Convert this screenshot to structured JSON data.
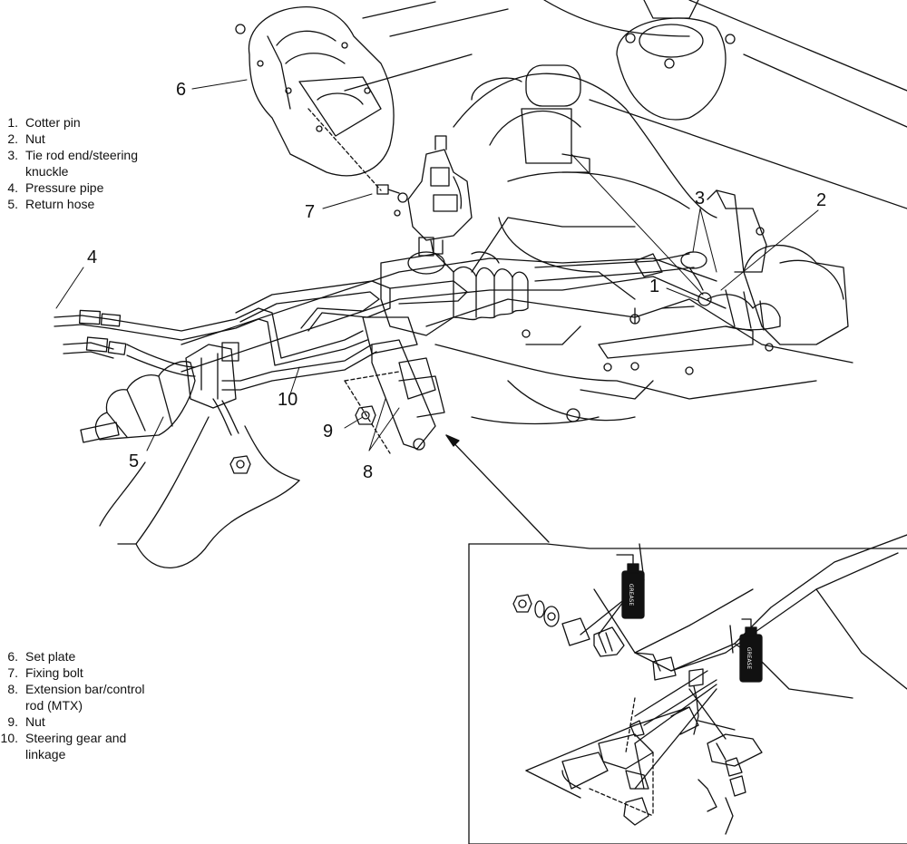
{
  "legend_top": [
    {
      "n": "1.",
      "text": "Cotter pin"
    },
    {
      "n": "2.",
      "text": "Nut"
    },
    {
      "n": "3.",
      "text": "Tie rod end/steering\nknuckle"
    },
    {
      "n": "4.",
      "text": "Pressure pipe"
    },
    {
      "n": "5.",
      "text": "Return hose"
    }
  ],
  "legend_bottom": [
    {
      "n": "6.",
      "text": "Set plate"
    },
    {
      "n": "7.",
      "text": "Fixing bolt"
    },
    {
      "n": "8.",
      "text": "Extension bar/control\nrod (MTX)"
    },
    {
      "n": "9.",
      "text": "Nut"
    },
    {
      "n": "10.",
      "text": "Steering gear and\nlinkage"
    }
  ],
  "callouts": {
    "c1": "1",
    "c2": "2",
    "c3": "3",
    "c4": "4",
    "c5": "5",
    "c6": "6",
    "c7": "7",
    "c8": "8",
    "c9": "9",
    "c10": "10"
  },
  "grease_label": "GREASE",
  "colors": {
    "line": "#111111",
    "background": "#ffffff"
  }
}
